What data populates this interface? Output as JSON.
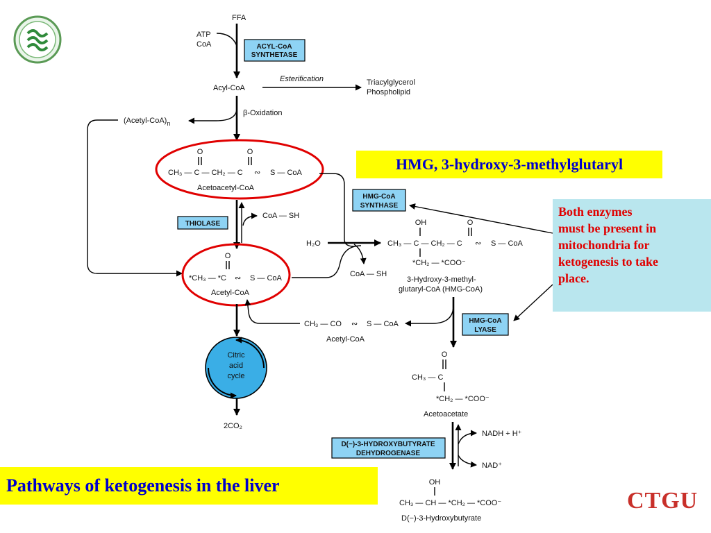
{
  "labels": {
    "ffa": "FFA",
    "atp": "ATP",
    "coa_top": "CoA",
    "acyl_coa": "Acyl-CoA",
    "esterification": "Esterification",
    "triacylglycerol": "Triacylglycerol",
    "phospholipid": "Phospholipid",
    "acetyl_coa_n": "(Acetyl-CoA)",
    "acetyl_coa_n_sub": "n",
    "beta_oxidation": "β-Oxidation",
    "acetoacetyl_coa": "Acetoacetyl-CoA",
    "coa_sh_1": "CoA — SH",
    "h2o": "H₂O",
    "coa_sh_2": "CoA — SH",
    "acetyl_coa": "Acetyl-CoA",
    "hmg_name_line1": "3-Hydroxy-3-methyl-",
    "hmg_name_line2": "glutaryl-CoA (HMG-CoA)",
    "acetyl_coa_2": "Acetyl-CoA",
    "citric_line1": "Citric",
    "citric_line2": "acid",
    "citric_line3": "cycle",
    "co2": "2CO₂",
    "acetoacetate": "Acetoacetate",
    "nadh": "NADH + H⁺",
    "nad": "NAD⁺",
    "hydroxybutyrate": "D(−)-3-Hydroxybutyrate"
  },
  "enzymes": {
    "acyl_coa_synthetase_1": "ACYL-CoA",
    "acyl_coa_synthetase_2": "SYNTHETASE",
    "thiolase": "THIOLASE",
    "hmg_synthase_1": "HMG-CoA",
    "hmg_synthase_2": "SYNTHASE",
    "hmg_lyase_1": "HMG-CoA",
    "hmg_lyase_2": "LYASE",
    "dehydrogenase_1": "D(−)-3-HYDROXYBUTYRATE",
    "dehydrogenase_2": "DEHYDROGENASE"
  },
  "formulas": {
    "acetoacetyl": [
      "O",
      "O",
      "CH₃ — C — CH₂ — C",
      "∾",
      "S — CoA"
    ],
    "acetyl": [
      "O",
      "*CH₃ — *C",
      "∾",
      "S — CoA"
    ],
    "hmg": [
      "OH",
      "O",
      "CH₃ — C — CH₂ — C",
      "∾",
      "S — CoA",
      "*CH₂ — *COO⁻"
    ],
    "acetyl_2": [
      "CH₃ — CO",
      "∾",
      "S — CoA"
    ],
    "acetoacetate": [
      "O",
      "CH₃ — C",
      "*CH₂ — *COO⁻"
    ],
    "hydroxybutyrate": [
      "OH",
      "CH₃ — CH — *CH₂ — *COO⁻"
    ]
  },
  "callouts": {
    "hmg_abbrev": "HMG, 3-hydroxy-3-methylglutaryl",
    "note_lines": [
      "Both enzymes",
      "must be present in",
      "mitochondria for",
      "ketogenesis to take",
      "place."
    ]
  },
  "title": "Pathways of ketogenesis in the liver",
  "logo_text": "CTGU",
  "colors": {
    "highlight_box": "#ffff00",
    "title_text": "#0000cc",
    "note_box": "#b9e6ee",
    "note_text": "#e00000",
    "enzyme_box": "#8ed3f4",
    "circle_outline": "#e00000",
    "citric_cycle": "#3aaee6"
  }
}
